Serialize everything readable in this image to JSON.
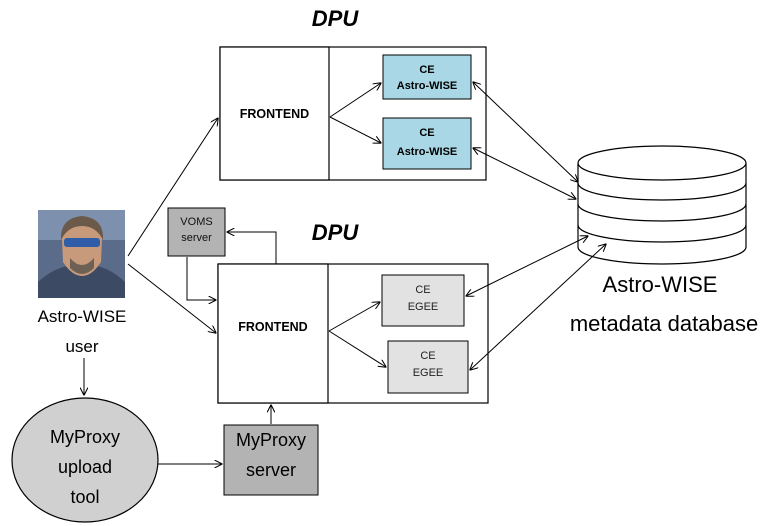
{
  "top_dpu": {
    "title": "DPU",
    "frontend_label": "FRONTEND",
    "ce_nodes": [
      {
        "line1": "CE",
        "line2": "Astro-WISE"
      },
      {
        "line1": "CE",
        "line2": "Astro-WISE"
      }
    ]
  },
  "bottom_dpu": {
    "title": "DPU",
    "frontend_label": "FRONTEND",
    "ce_nodes": [
      {
        "line1": "CE",
        "line2": "EGEE"
      },
      {
        "line1": "CE",
        "line2": "EGEE"
      }
    ]
  },
  "voms": {
    "line1": "VOMS",
    "line2": "server"
  },
  "user": {
    "line1": "Astro-WISE",
    "line2": "user"
  },
  "myproxy_tool": {
    "line1": "MyProxy",
    "line2": "upload",
    "line3": "tool"
  },
  "myproxy_server": {
    "line1": "MyProxy",
    "line2": "server"
  },
  "database": {
    "line1": "Astro-WISE",
    "line2": "metadata database"
  },
  "colors": {
    "ce_astrowise_fill": "#a9d7e6",
    "ce_egee_fill": "#e2e2e2",
    "server_fill": "#b3b3b3",
    "tool_fill": "#d0d0d0"
  }
}
